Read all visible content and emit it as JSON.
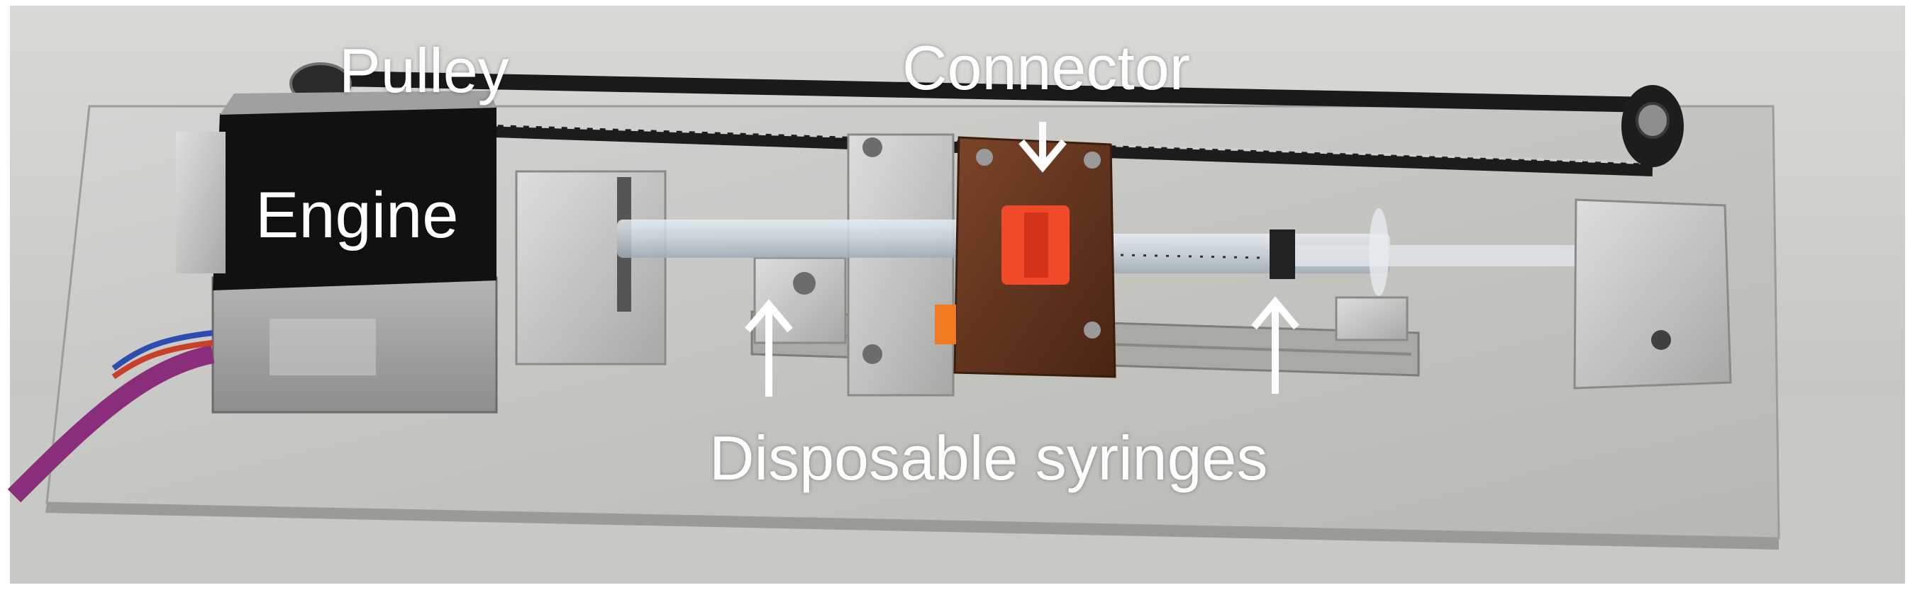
{
  "labels": {
    "pulley": "Pulley",
    "engine": "Engine",
    "connector": "Connector",
    "syringes": "Disposable syringes"
  },
  "colors": {
    "plate": "#c9c9c7",
    "belt": "#1a1a1a",
    "motor_body": "#a9a9a9",
    "motor_face": "#121212",
    "connector_block": "#6b3a22",
    "connector_clip": "#f04a2a",
    "cable": "#8a2d7a",
    "label": "#ffffff"
  }
}
